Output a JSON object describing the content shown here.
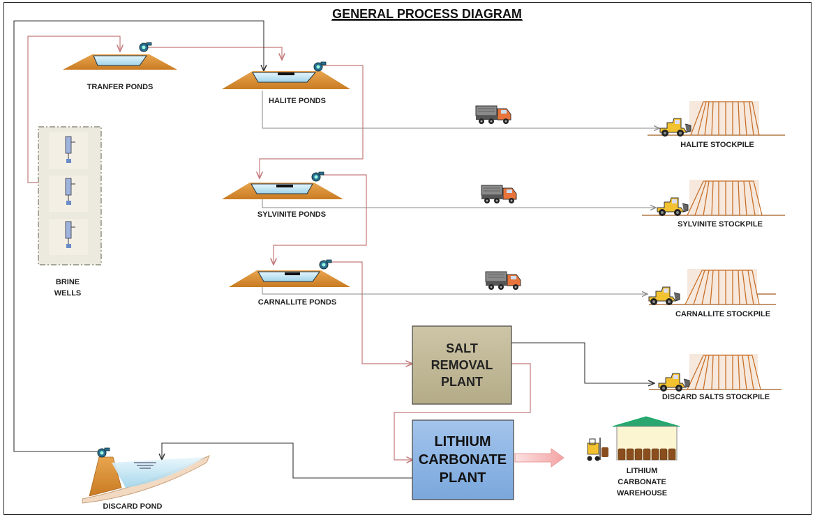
{
  "diagram": {
    "title": "GENERAL PROCESS DIAGRAM",
    "ponds": {
      "transfer": "TRANFER PONDS",
      "halite": "HALITE PONDS",
      "sylvinite": "SYLVINITE PONDS",
      "carnallite": "CARNALLITE PONDS",
      "discard": "DISCARD POND"
    },
    "brine_wells": {
      "line1": "BRINE",
      "line2": "WELLS"
    },
    "stockpiles": {
      "halite": "HALITE STOCKPILE",
      "sylvinite": "SYLVINITE  STOCKPILE",
      "carnallite": "CARNALLITE  STOCKPILE",
      "discard": "DISCARD SALTS STOCKPILE"
    },
    "salt_plant": {
      "line1": "SALT",
      "line2": "REMOVAL",
      "line3": "PLANT"
    },
    "lithium_plant": {
      "line1": "LITHIUM",
      "line2": "CARBONATE",
      "line3": "PLANT"
    },
    "warehouse": {
      "line1": "LITHIUM",
      "line2": "CARBONATE",
      "line3": "WAREHOUSE"
    }
  },
  "colors": {
    "brine_line": "#c47a7a",
    "return_line": "#333333",
    "pond_earth": "#d9903a",
    "water": "#cfeaf6",
    "salt_plant": "#c4bb9a",
    "lithium_plant": "#8db4e2",
    "stockpile_line": "#c8702a",
    "truck_body": "#e8743b"
  }
}
